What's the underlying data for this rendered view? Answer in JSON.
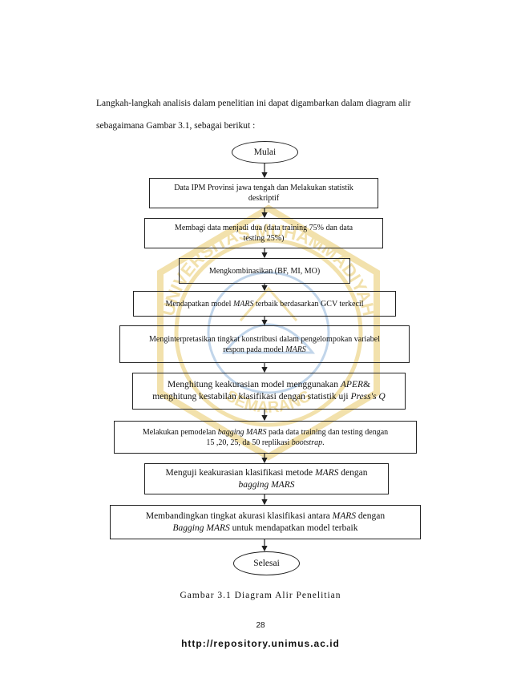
{
  "intro": {
    "line1": "Langkah-langkah analisis dalam penelitian ini dapat digambarkan dalam diagram alir",
    "line2": "sebagaimana Gambar 3.1, sebagai berikut :"
  },
  "flow": {
    "start": "Mulai",
    "step1": {
      "l1": "Data IPM Provinsi jawa tengah dan Melakukan statistik",
      "l2": "deskriptif"
    },
    "step2": {
      "l1": "Membagi data menjadi dua (data training 75% dan data",
      "l2": "testing 25%)"
    },
    "step3": {
      "l1": "Mengkombinasikan (BF, MI, MO)"
    },
    "step4": {
      "a": "Mendapatkan model ",
      "b": "MARS",
      "c": " terbaik berdasarkan GCV terkecil"
    },
    "step5": {
      "l1": "Menginterpretasikan tingkat konstribusi dalam pengelompokan variabel",
      "l2a": "respon pada model ",
      "l2b": "MARS"
    },
    "step6": {
      "l1a": "Menghitung keakurasian model menggunakan ",
      "l1b": "APER",
      "l1c": "&",
      "l2a": "menghitung kestabilan klasifikasi dengan statistik uji ",
      "l2b": "Press's Q"
    },
    "step7": {
      "l1a": "Melakukan pemodelan ",
      "l1b": "bagging MARS",
      "l1c": " pada data training dan testing dengan",
      "l2a": "15 ,20, 25, da 50 replikasi ",
      "l2b": "bootstrap",
      "l2c": "."
    },
    "step8": {
      "l1a": "Menguji keakurasian klasifikasi metode ",
      "l1b": "MARS",
      "l1c": " dengan",
      "l2": "bagging MARS"
    },
    "step9": {
      "l1a": "Membandingkan tingkat akurasi klasifikasi antara ",
      "l1b": "MARS",
      "l1c": " dengan",
      "l2a": "Bagging MARS",
      "l2b": " untuk mendapatkan model terbaik"
    },
    "end": "Selesai"
  },
  "caption": "Gambar 3.1 Diagram Alir Penelitian",
  "page_number": "28",
  "footer": "http://repository.unimus.ac.id",
  "watermark": {
    "top_text": "UNIVERSITAS MUHAMMADIYAH",
    "bottom_text": "SEMARANG",
    "color": "#e8c96a",
    "accent": "#8fb3d9"
  }
}
